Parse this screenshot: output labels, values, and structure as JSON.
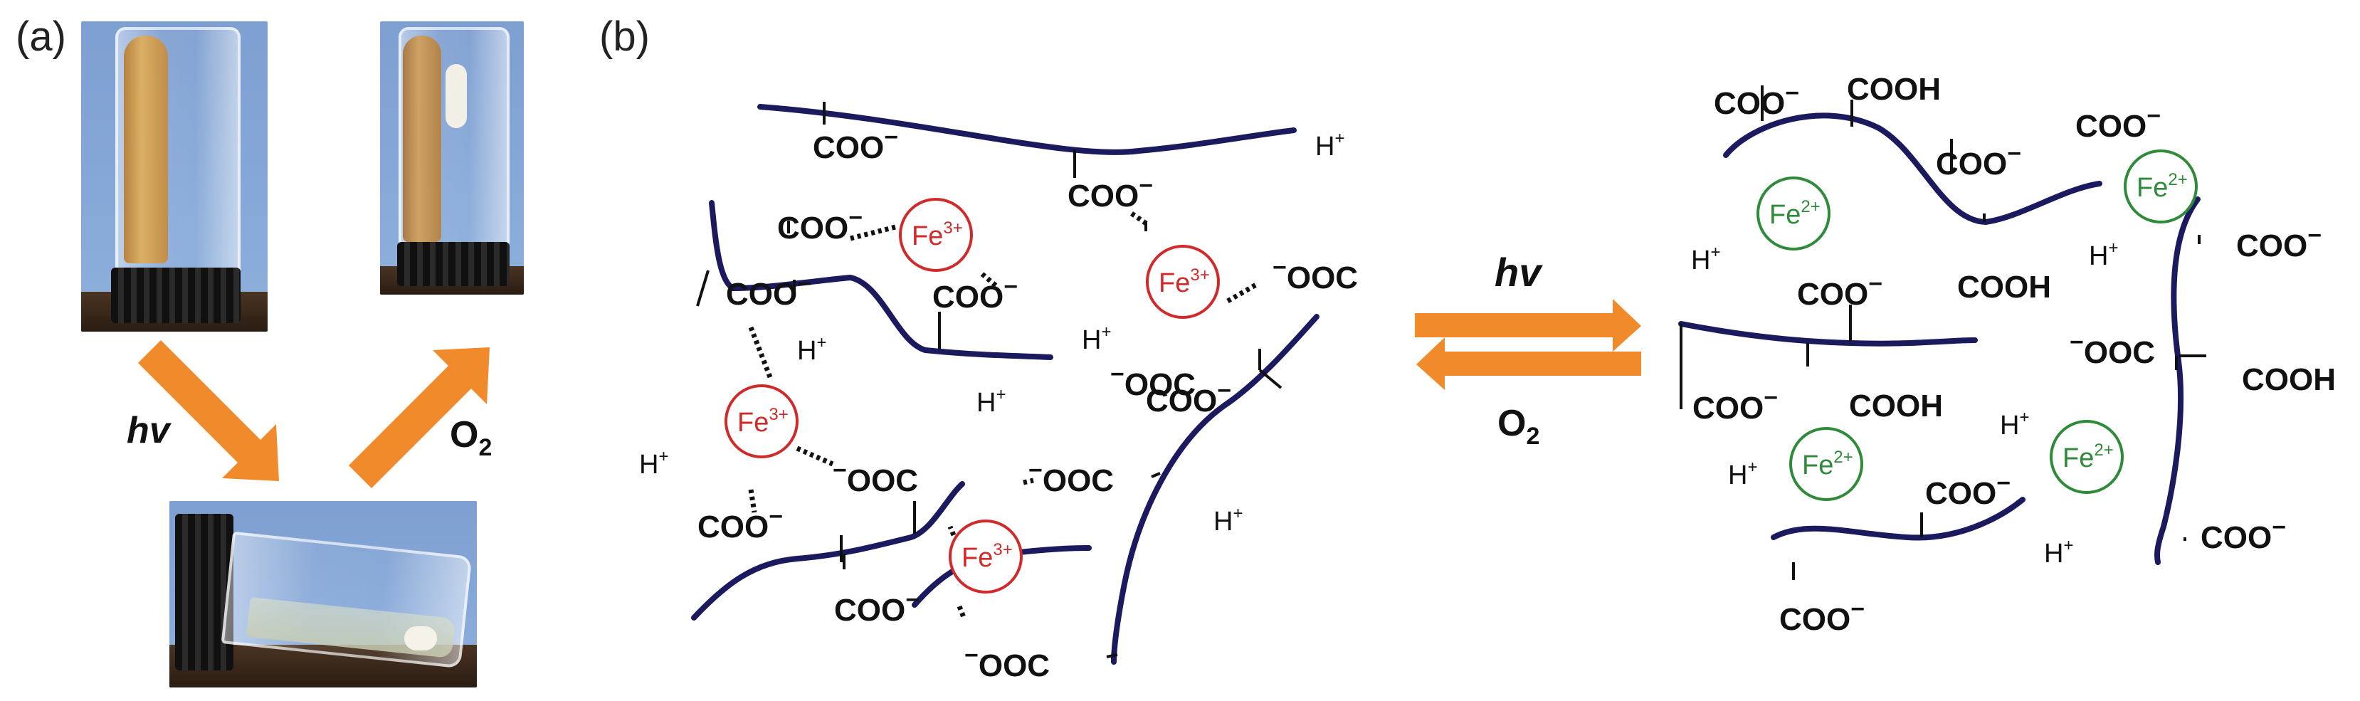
{
  "panel_a": {
    "label": "(a)",
    "arrow_down_label": "hv",
    "arrow_up_label": "O",
    "arrow_up_sub": "2"
  },
  "panel_b": {
    "label": "(b)",
    "eq_forward_label": "hv",
    "eq_reverse_label": "O",
    "eq_reverse_sub": "2"
  },
  "text": {
    "coo": "COO",
    "ooc": "OOC",
    "cooh": "COOH",
    "minus": "−",
    "h": "H",
    "plus": "+",
    "fe": "Fe",
    "fe3_charge": "3+",
    "fe2_charge": "2+"
  },
  "colors": {
    "chain": "#1b1a5e",
    "fe3": "#d02a2a",
    "fe2": "#2f8a3a",
    "arrow": "#f08a2a",
    "text": "#111111"
  }
}
